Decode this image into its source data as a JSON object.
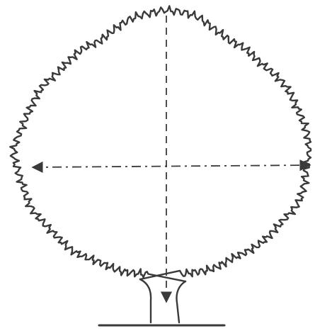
{
  "figure": {
    "subject_icon": "deciduous-tree-icon",
    "colors": {
      "ink": "#3a3a3a",
      "background": "#ffffff"
    },
    "measurements": [
      {
        "id": "crown-height",
        "direction": "vertical",
        "line_style": "dashed",
        "arrowheads": "bottom"
      },
      {
        "id": "crown-width",
        "direction": "horizontal",
        "line_style": "dash-dot",
        "arrowheads": "both"
      }
    ]
  }
}
